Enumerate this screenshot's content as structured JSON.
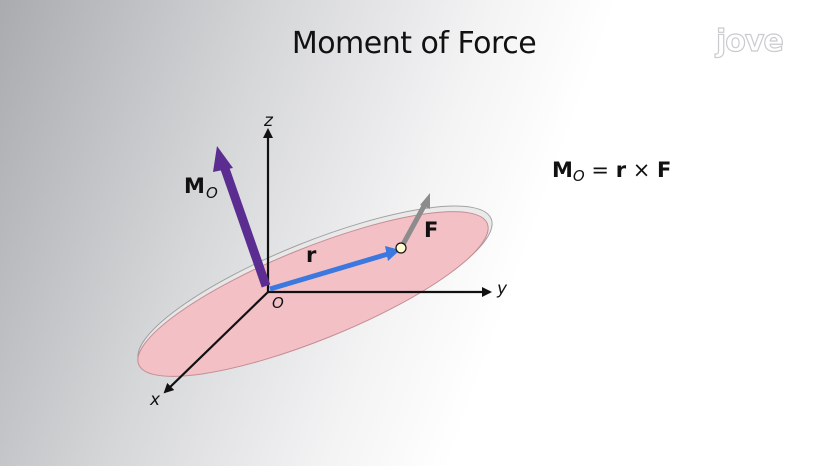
{
  "title": "Moment of Force",
  "logo": "jove",
  "equation": {
    "lhs_symbol": "M",
    "lhs_subscript": "O",
    "equals": "=",
    "r": "r",
    "cross": "×",
    "F": "F"
  },
  "labels": {
    "z_axis": "z",
    "y_axis": "y",
    "x_axis": "x",
    "origin": "O",
    "moment_symbol": "M",
    "moment_subscript": "O",
    "position_vector": "r",
    "force_vector": "F"
  },
  "colors": {
    "disc_fill": "#f3c0c6",
    "disc_stroke": "#8e8e8e",
    "moment_vector": "#5c2d91",
    "position_vector": "#3b78e0",
    "force_vector": "#8c8c8c",
    "axis": "#111111"
  }
}
